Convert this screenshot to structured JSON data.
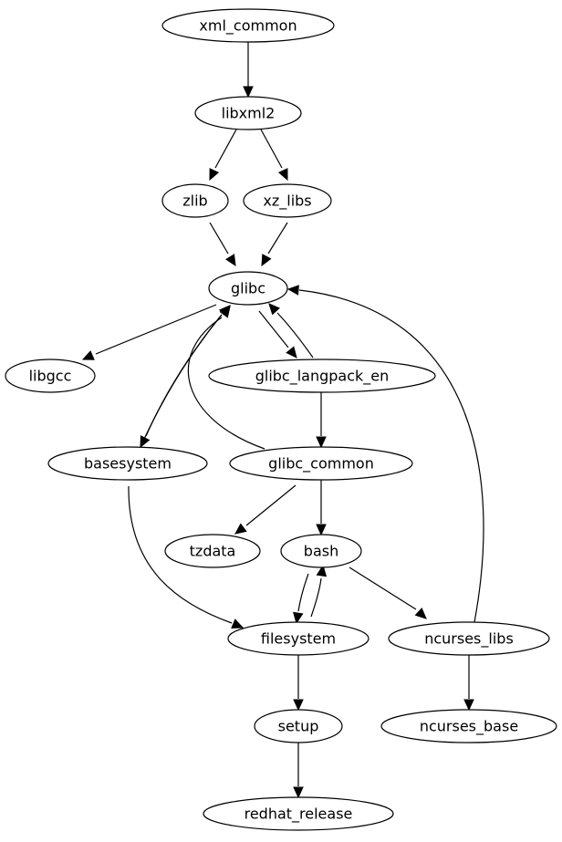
{
  "diagram": {
    "type": "directed-graph",
    "colors": {
      "stroke": "#000000",
      "fill": "#ffffff",
      "text": "#000000"
    },
    "nodes": [
      {
        "id": "xml_common",
        "label": "xml_common"
      },
      {
        "id": "libxml2",
        "label": "libxml2"
      },
      {
        "id": "zlib",
        "label": "zlib"
      },
      {
        "id": "xz_libs",
        "label": "xz_libs"
      },
      {
        "id": "glibc",
        "label": "glibc"
      },
      {
        "id": "libgcc",
        "label": "libgcc"
      },
      {
        "id": "glibc_langpack_en",
        "label": "glibc_langpack_en"
      },
      {
        "id": "basesystem",
        "label": "basesystem"
      },
      {
        "id": "glibc_common",
        "label": "glibc_common"
      },
      {
        "id": "tzdata",
        "label": "tzdata"
      },
      {
        "id": "bash",
        "label": "bash"
      },
      {
        "id": "filesystem",
        "label": "filesystem"
      },
      {
        "id": "ncurses_libs",
        "label": "ncurses_libs"
      },
      {
        "id": "setup",
        "label": "setup"
      },
      {
        "id": "ncurses_base",
        "label": "ncurses_base"
      },
      {
        "id": "redhat_release",
        "label": "redhat_release"
      }
    ],
    "edges": [
      {
        "from": "xml_common",
        "to": "libxml2"
      },
      {
        "from": "libxml2",
        "to": "zlib"
      },
      {
        "from": "libxml2",
        "to": "xz_libs"
      },
      {
        "from": "zlib",
        "to": "glibc"
      },
      {
        "from": "xz_libs",
        "to": "glibc"
      },
      {
        "from": "glibc",
        "to": "libgcc"
      },
      {
        "from": "glibc",
        "to": "glibc_langpack_en"
      },
      {
        "from": "glibc_langpack_en",
        "to": "glibc"
      },
      {
        "from": "glibc",
        "to": "basesystem"
      },
      {
        "from": "basesystem",
        "to": "glibc"
      },
      {
        "from": "glibc_common",
        "to": "glibc"
      },
      {
        "from": "glibc_langpack_en",
        "to": "glibc_common"
      },
      {
        "from": "glibc_common",
        "to": "tzdata"
      },
      {
        "from": "glibc_common",
        "to": "bash"
      },
      {
        "from": "basesystem",
        "to": "filesystem"
      },
      {
        "from": "bash",
        "to": "filesystem"
      },
      {
        "from": "filesystem",
        "to": "bash"
      },
      {
        "from": "bash",
        "to": "ncurses_libs"
      },
      {
        "from": "ncurses_libs",
        "to": "glibc"
      },
      {
        "from": "filesystem",
        "to": "setup"
      },
      {
        "from": "ncurses_libs",
        "to": "ncurses_base"
      },
      {
        "from": "setup",
        "to": "redhat_release"
      }
    ]
  }
}
